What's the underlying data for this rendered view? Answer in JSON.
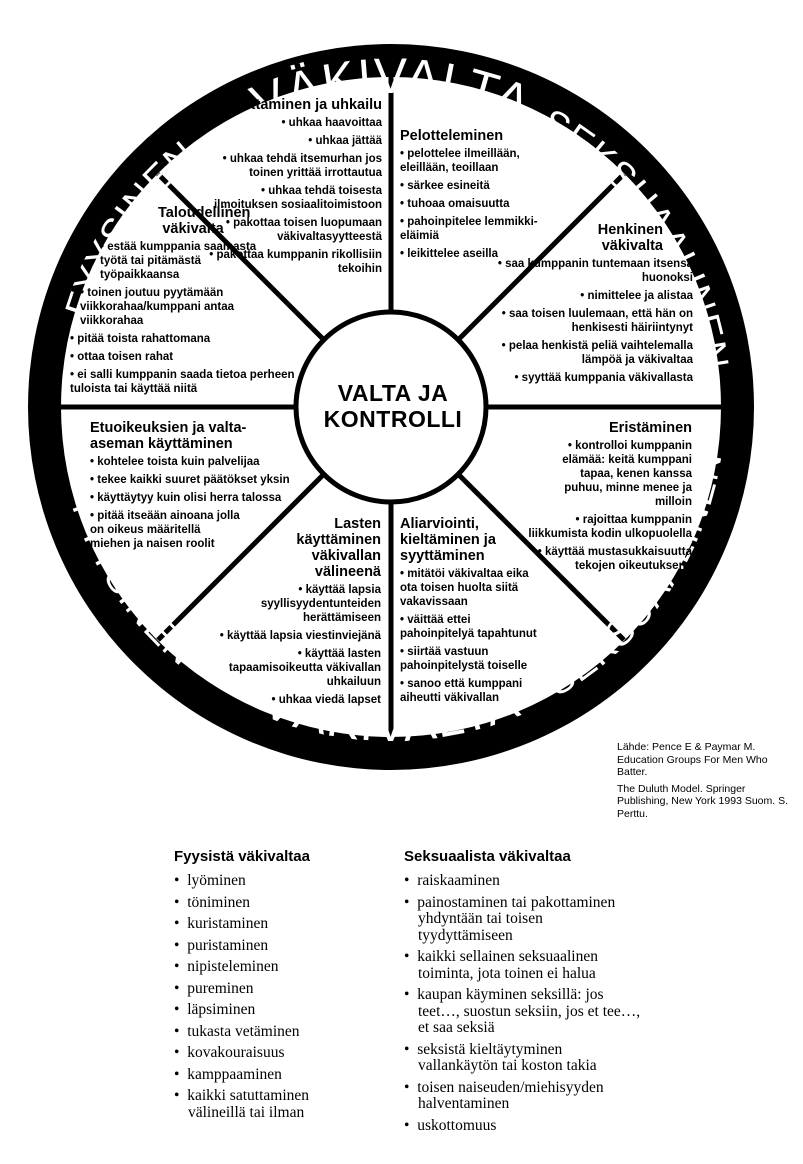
{
  "ring": {
    "top_left": "FYYSINEN",
    "top_center": "VÄKIVALTA",
    "top_right": "SEKSUAALINEN",
    "bottom_left": "FYYSINEN",
    "bottom_center": "VÄKIVALTA",
    "bottom_right": "SEKSUAALINEN"
  },
  "center": {
    "title": "VALTA JA\nKONTROLLI"
  },
  "segments": {
    "pakottaminen": {
      "title": "Pakottaminen ja uhkailu",
      "items": [
        "uhkaa haavoittaa",
        "uhkaa jättää",
        "uhkaa tehdä itsemurhan jos toinen yrittää irrottautua",
        "uhkaa tehdä toisesta ilmoituksen sosiaalitoimistoon",
        "pakottaa toisen luopumaan väkivaltasyytteestä",
        "pakottaa kumppanin rikollisiin tekoihin"
      ]
    },
    "pelotteleminen": {
      "title": "Pelotteleminen",
      "items": [
        "pelottelee ilmeillään, eleillään, teoillaan",
        "särkee esineitä",
        "tuhoaa omaisuutta",
        "pahoinpitelee lemmikki-eläimiä",
        "leikittelee aseilla"
      ]
    },
    "henkinen": {
      "title": "Henkinen väkivalta",
      "items": [
        "saa kumppanin tuntemaan itsensä huonoksi",
        "nimittelee ja alistaa",
        "saa toisen luulemaan, että hän on henkisesti häiriintynyt",
        "pelaa henkistä peliä vaihtelemalla lämpöä ja väkivaltaa",
        "syyttää kumppania väkivallasta"
      ]
    },
    "eristaminen": {
      "title": "Eristäminen",
      "items": [
        "kontrolloi kumppanin elämää: keitä kumppani tapaa, kenen kanssa puhuu, minne menee ja milloin",
        "rajoittaa kumppanin liikkumista kodin ulkopuolella",
        "käyttää mustasukkaisuutta tekojen oikeutuksena"
      ]
    },
    "aliarviointi": {
      "title": "Aliarviointi, kieltäminen ja syyttäminen",
      "items": [
        "mitätöi väkivaltaa eika ota toisen huolta siitä vakavissaan",
        "väittää ettei pahoinpitelyä tapahtunut",
        "siirtää vastuun pahoinpitelystä toiselle",
        "sanoo että kumppani aiheutti väkivallan"
      ]
    },
    "lapset": {
      "title": "Lasten käyttäminen väkivallan välineenä",
      "items": [
        "käyttää lapsia syyllisyydentunteiden herättämiseen",
        "käyttää lapsia viestinviejänä",
        "käyttää lasten tapaamisoikeutta väkivallan uhkailuun",
        "uhkaa viedä lapset"
      ]
    },
    "etuoikeudet": {
      "title": "Etuoikeuksien ja valta-aseman käyttäminen",
      "items": [
        "kohtelee toista kuin palvelijaa",
        "tekee kaikki suuret päätökset yksin",
        "käyttäytyy kuin olisi herra talossa",
        "pitää itseään ainoana jolla on oikeus määritellä miehen ja naisen roolit"
      ]
    },
    "taloudellinen": {
      "title": "Taloudellinen väkivalta",
      "items": [
        "estää kumppania saamasta työtä tai pitämästä työpaikkaansa",
        "toinen joutuu pyytämään viikkorahaa/kumppani antaa viikkorahaa",
        "pitää toista rahattomana",
        "ottaa toisen rahat",
        "ei salli kumppanin saada tietoa perheen tuloista tai käyttää niitä"
      ]
    }
  },
  "source": {
    "line1": "Lähde: Pence E & Paymar M. Education Groups For Men Who Batter.",
    "line2": "The Duluth Model. Springer Publishing, New York 1993 Suom. S. Perttu."
  },
  "physical_list": {
    "title": "Fyysistä väkivaltaa",
    "items": [
      "lyöminen",
      "töniminen",
      "kuristaminen",
      "puristaminen",
      "nipisteleminen",
      "pureminen",
      "läpsiminen",
      "tukasta vetäminen",
      "kovakouraisuus",
      "kamppaaminen",
      "kaikki satuttaminen välineillä tai ilman"
    ]
  },
  "sexual_list": {
    "title": "Seksuaalista väkivaltaa",
    "items": [
      "raiskaaminen",
      "painostaminen tai pakottaminen yhdyntään tai toisen tyydyttämiseen",
      "kaikki sellainen seksuaalinen toiminta, jota toinen ei halua",
      "kaupan käyminen seksillä: jos teet…, suostun seksiin, jos et tee…, et saa seksiä",
      "seksistä kieltäytyminen vallankäytön tai koston takia",
      "toisen naiseuden/miehisyyden halventaminen",
      "uskottomuus"
    ]
  }
}
